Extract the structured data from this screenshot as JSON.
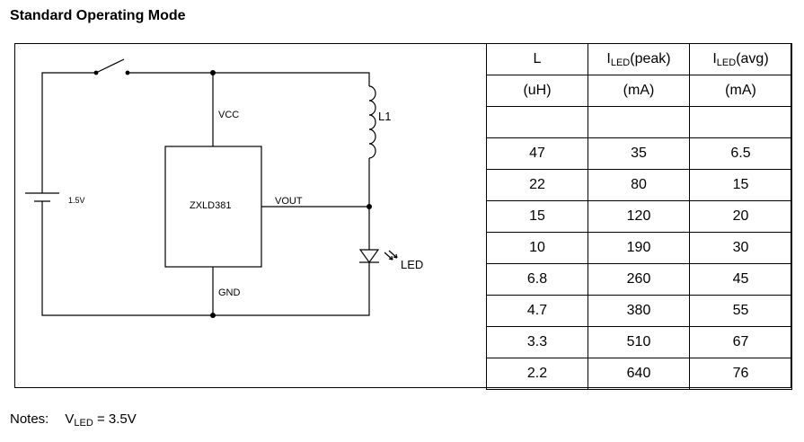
{
  "title": "Standard Operating Mode",
  "circuit": {
    "battery_label": "1.5V",
    "vcc_label": "VCC",
    "chip_label": "ZXLD381",
    "vout_label": "VOUT",
    "inductor_label": "L1",
    "led_label": "LED",
    "gnd_label": "GND"
  },
  "table": {
    "headers": [
      {
        "main": "L",
        "sub": "",
        "tail": ""
      },
      {
        "main": "I",
        "sub": "LED",
        "tail": "(peak)"
      },
      {
        "main": "I",
        "sub": "LED",
        "tail": "(avg)"
      }
    ],
    "units": [
      "(uH)",
      "(mA)",
      "(mA)"
    ],
    "rows": [
      [
        "47",
        "35",
        "6.5"
      ],
      [
        "22",
        "80",
        "15"
      ],
      [
        "15",
        "120",
        "20"
      ],
      [
        "10",
        "190",
        "30"
      ],
      [
        "6.8",
        "260",
        "45"
      ],
      [
        "4.7",
        "380",
        "55"
      ],
      [
        "3.3",
        "510",
        "67"
      ],
      [
        "2.2",
        "640",
        "76"
      ]
    ]
  },
  "notes": {
    "label": "Notes:",
    "v_main": "V",
    "v_sub": "LED",
    "v_value": " = 3.5V"
  }
}
